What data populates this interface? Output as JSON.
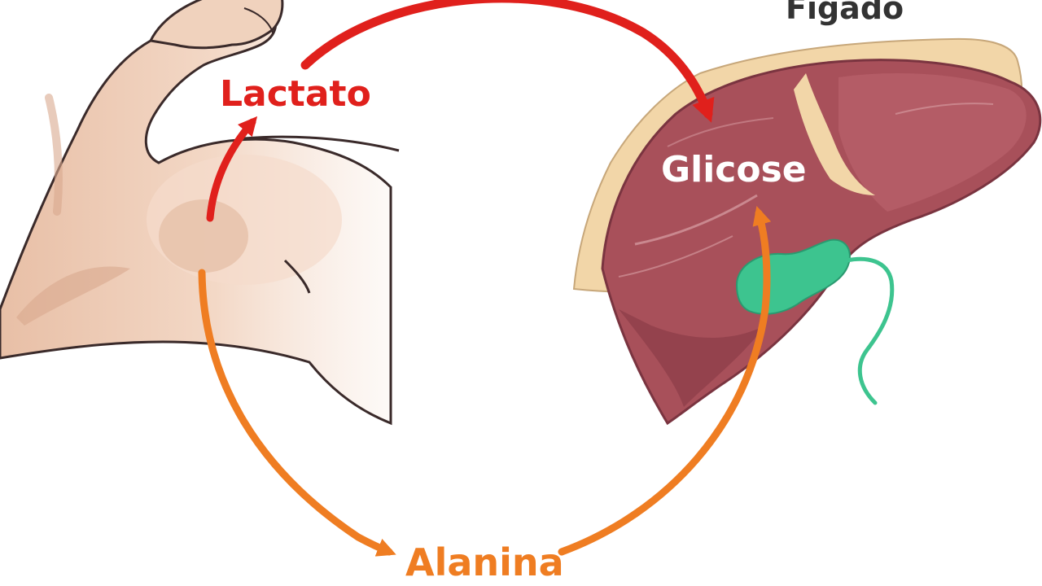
{
  "labels": {
    "organ": "Fígado",
    "lactate": "Lactato",
    "glucose": "Glicose",
    "alanine": "Alanina"
  },
  "colors": {
    "lactate_arrow": "#e0201c",
    "alanine_arrow": "#ef7d22",
    "glucose_text": "#ffffff",
    "organ_text": "#333333",
    "skin": "#f0d2bd",
    "skin_shadow": "#d9a98e",
    "liver": "#a8505a",
    "liver_dark": "#8e3f4a",
    "liver_border": "#f2d6a8",
    "gallbladder": "#3dc48f"
  },
  "icons": [
    "flexed-arm-icon",
    "liver-icon",
    "gallbladder-icon"
  ]
}
